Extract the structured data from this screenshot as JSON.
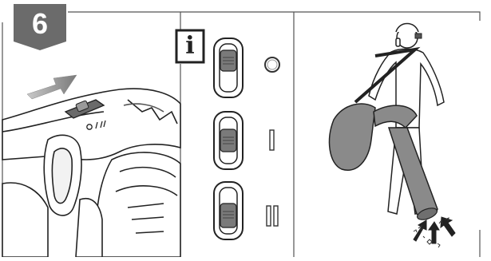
{
  "step": {
    "number": "6"
  },
  "info": {
    "letter": "i"
  },
  "switch_positions": [
    {
      "label": "off",
      "symbol": "O"
    },
    {
      "label": "speed-1",
      "symbol": "I"
    },
    {
      "label": "speed-2",
      "symbol": "II"
    }
  ],
  "colors": {
    "badge": "#6b6b6b",
    "outline": "#222222",
    "shade": "#8a8a8a",
    "arrow": "#888888"
  }
}
